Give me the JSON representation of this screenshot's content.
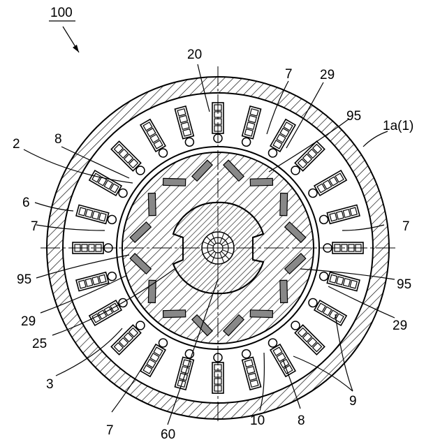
{
  "figure": {
    "ref_number": "100",
    "labels": {
      "stator_housing": "1a(1)",
      "rotor": "20",
      "gap_29_top": "29",
      "magnet_95_top": "95",
      "flux_7_top": "7",
      "label_2": "2",
      "label_8_left": "8",
      "label_6": "6",
      "flux_7_left": "7",
      "flux_7_right": "7",
      "magnet_95_left": "95",
      "gap_29_left": "29",
      "label_25": "25",
      "label_3": "3",
      "flux_7_bottom": "7",
      "shaft_60": "60",
      "label_10": "10",
      "label_8_bottom": "8",
      "label_9": "9",
      "gap_29_right": "29",
      "magnet_95_right": "95"
    }
  },
  "colors": {
    "line": "#000000",
    "slot_fill": "#ffffff",
    "magnet_fill": "#888888",
    "background": "#ffffff"
  }
}
